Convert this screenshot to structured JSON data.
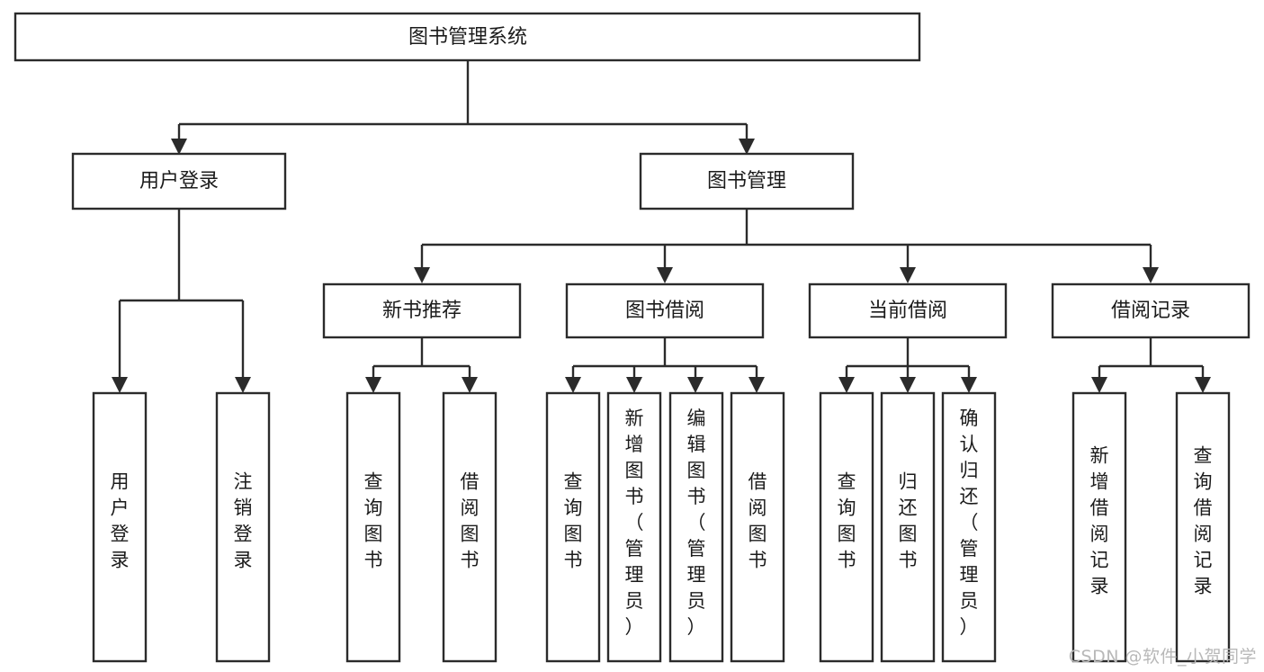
{
  "diagram": {
    "type": "hierarchy-tree",
    "title": "图书管理系统",
    "orientation": "top-down",
    "watermark": "CSDN @软件_小贺同学",
    "colors": {
      "box_fill": "#ffffff",
      "box_stroke": "#2b2b2b",
      "text": "#1b1b1b",
      "watermark": "#b8b8b8",
      "background": "#ffffff"
    },
    "root": {
      "label": "图书管理系统"
    },
    "level1": [
      {
        "label": "用户登录"
      },
      {
        "label": "图书管理"
      }
    ],
    "level2": [
      {
        "label": "新书推荐"
      },
      {
        "label": "图书借阅"
      },
      {
        "label": "当前借阅"
      },
      {
        "label": "借阅记录"
      }
    ],
    "leaves": {
      "user_login": [
        {
          "label": "用户登录"
        },
        {
          "label": "注销登录"
        }
      ],
      "new_book_recommend": [
        {
          "label": "查询图书"
        },
        {
          "label": "借阅图书"
        }
      ],
      "book_borrow": [
        {
          "label": "查询图书"
        },
        {
          "label": "新增图书（管理员）"
        },
        {
          "label": "编辑图书（管理员）"
        },
        {
          "label": "借阅图书"
        }
      ],
      "current_borrow": [
        {
          "label": "查询图书"
        },
        {
          "label": "归还图书"
        },
        {
          "label": "确认归还（管理员）"
        }
      ],
      "borrow_record": [
        {
          "label": "新增借阅记录"
        },
        {
          "label": "查询借阅记录"
        }
      ]
    }
  }
}
